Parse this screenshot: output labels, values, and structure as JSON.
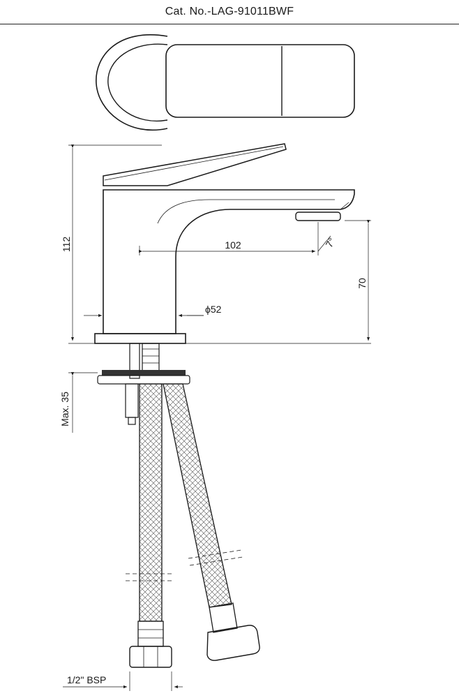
{
  "header": {
    "title": "Cat. No.-LAG-91011BWF"
  },
  "dimensions": {
    "height_total": "112",
    "spout_reach": "102",
    "spout_height": "70",
    "spout_angle": "7°",
    "base_diameter": "ϕ52",
    "max_thickness": "Max. 35",
    "inlet_thread": "1/2\" BSP"
  }
}
